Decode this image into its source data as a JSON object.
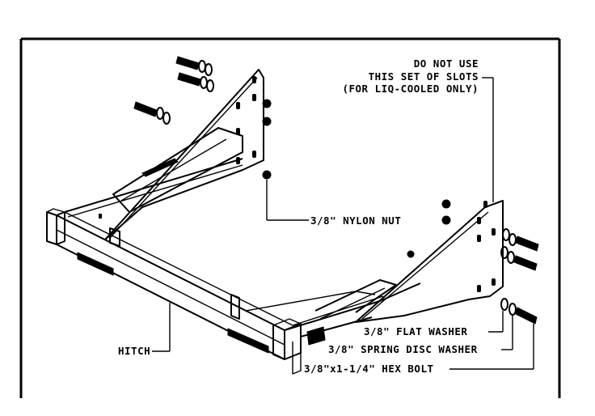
{
  "labels": {
    "warning_line1": "DO NOT USE",
    "warning_line2": "THIS SET OF SLOTS",
    "warning_line3": "(FOR LIQ-COOLED ONLY)",
    "nylon_nut": "3/8\" NYLON NUT",
    "hitch": "HITCH",
    "flat_washer": "3/8\" FLAT WASHER",
    "spring_disc_washer": "3/8\" SPRING DISC WASHER",
    "hex_bolt": "3/8\"x1-1/4\" HEX BOLT"
  },
  "colors": {
    "line": "#000000",
    "background": "#ffffff"
  },
  "icons": [
    "bolt-icon",
    "washer-icon",
    "nut-icon"
  ]
}
